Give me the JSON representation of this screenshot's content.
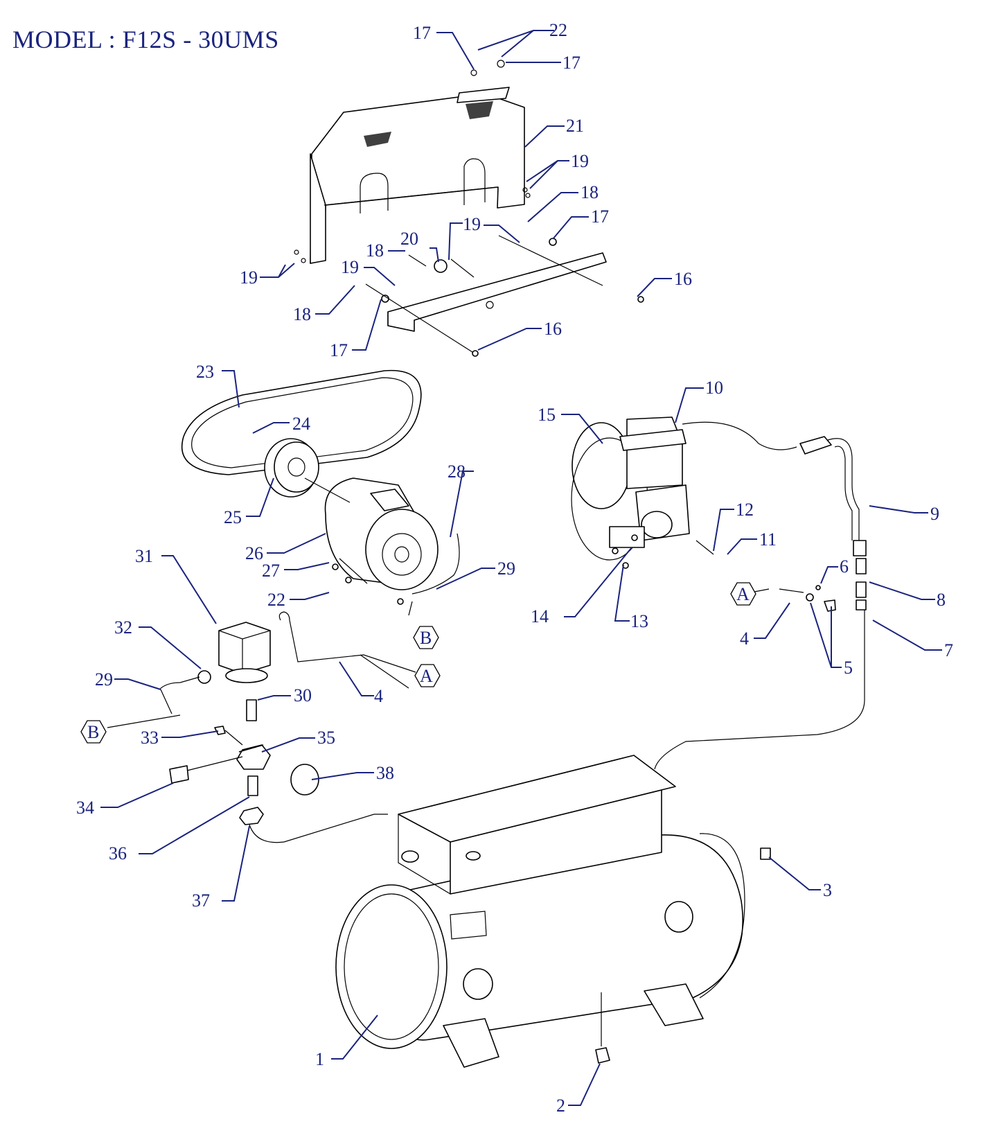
{
  "title": "MODEL : F12S - 30UMS",
  "colors": {
    "label": "#1a237e",
    "lines": "#000000",
    "background": "#ffffff"
  },
  "callouts": [
    {
      "id": "c17a",
      "text": "17"
    },
    {
      "id": "c22a",
      "text": "22"
    },
    {
      "id": "c17b",
      "text": "17"
    },
    {
      "id": "c21",
      "text": "21"
    },
    {
      "id": "c19a",
      "text": "19"
    },
    {
      "id": "c18a",
      "text": "18"
    },
    {
      "id": "c17c",
      "text": "17"
    },
    {
      "id": "c19b",
      "text": "19"
    },
    {
      "id": "c20",
      "text": "20"
    },
    {
      "id": "c18b",
      "text": "18"
    },
    {
      "id": "c19c",
      "text": "19"
    },
    {
      "id": "c19d",
      "text": "19"
    },
    {
      "id": "c16a",
      "text": "16"
    },
    {
      "id": "c18c",
      "text": "18"
    },
    {
      "id": "c17d",
      "text": "17"
    },
    {
      "id": "c16b",
      "text": "16"
    },
    {
      "id": "c23",
      "text": "23"
    },
    {
      "id": "c24",
      "text": "24"
    },
    {
      "id": "c25",
      "text": "25"
    },
    {
      "id": "c26",
      "text": "26"
    },
    {
      "id": "c27",
      "text": "27"
    },
    {
      "id": "c28",
      "text": "28"
    },
    {
      "id": "c29a",
      "text": "29"
    },
    {
      "id": "c22b",
      "text": "22"
    },
    {
      "id": "c31",
      "text": "31"
    },
    {
      "id": "c32",
      "text": "32"
    },
    {
      "id": "c29b",
      "text": "29"
    },
    {
      "id": "c30",
      "text": "30"
    },
    {
      "id": "c4a",
      "text": "4"
    },
    {
      "id": "c33",
      "text": "33"
    },
    {
      "id": "c35",
      "text": "35"
    },
    {
      "id": "c34",
      "text": "34"
    },
    {
      "id": "c38",
      "text": "38"
    },
    {
      "id": "c36",
      "text": "36"
    },
    {
      "id": "c37",
      "text": "37"
    },
    {
      "id": "c10",
      "text": "10"
    },
    {
      "id": "c15",
      "text": "15"
    },
    {
      "id": "c9",
      "text": "9"
    },
    {
      "id": "c12",
      "text": "12"
    },
    {
      "id": "c11",
      "text": "11"
    },
    {
      "id": "c6",
      "text": "6"
    },
    {
      "id": "c8",
      "text": "8"
    },
    {
      "id": "c14",
      "text": "14"
    },
    {
      "id": "c13",
      "text": "13"
    },
    {
      "id": "c4b",
      "text": "4"
    },
    {
      "id": "c5",
      "text": "5"
    },
    {
      "id": "c7",
      "text": "7"
    },
    {
      "id": "c3",
      "text": "3"
    },
    {
      "id": "c1",
      "text": "1"
    },
    {
      "id": "c2",
      "text": "2"
    }
  ],
  "connectors": [
    {
      "id": "hA1",
      "text": "A"
    },
    {
      "id": "hA2",
      "text": "A"
    },
    {
      "id": "hB1",
      "text": "B"
    },
    {
      "id": "hB2",
      "text": "B"
    }
  ]
}
